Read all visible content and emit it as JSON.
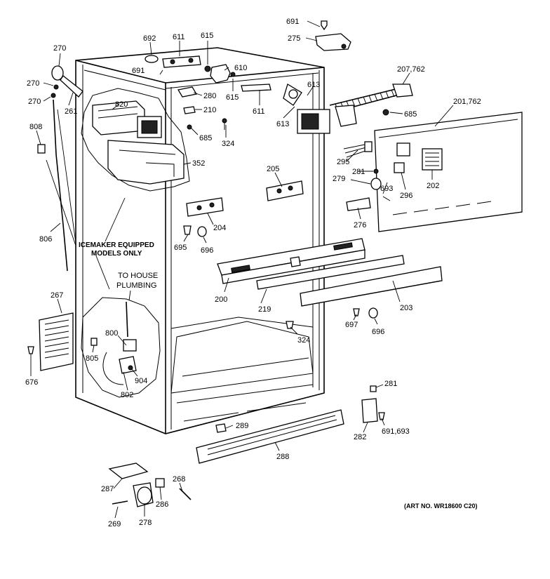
{
  "diagram": {
    "labels": {
      "l691a": "691",
      "l275": "275",
      "l692": "692",
      "l611a": "611",
      "l615a": "615",
      "l270a": "270",
      "l691b": "691",
      "l610": "610",
      "l207": "207,762",
      "l270b": "270",
      "l270c": "270",
      "l261": "261",
      "l820": "820",
      "l280": "280",
      "l615b": "615",
      "l613a": "613",
      "l210": "210",
      "l611b": "611",
      "l613b": "613",
      "l685a": "685",
      "l808": "808",
      "l685b": "685",
      "l324a": "324",
      "l201": "201,762",
      "l352": "352",
      "l295": "295",
      "l205": "205",
      "l281a": "281",
      "l279": "279",
      "l693": "693",
      "l296": "296",
      "l202": "202",
      "l276": "276",
      "l204": "204",
      "l806": "806",
      "l695": "695",
      "l696a": "696",
      "l200": "200",
      "l219": "219",
      "l203": "203",
      "l267": "267",
      "l697": "697",
      "l696b": "696",
      "l324b": "324",
      "l800": "800",
      "l805": "805",
      "l904": "904",
      "l676": "676",
      "l802": "802",
      "l281b": "281",
      "l289": "289",
      "l691c": "691,693",
      "l282": "282",
      "l288": "288",
      "l268": "268",
      "l287": "287",
      "l286": "286",
      "l269": "269",
      "l278": "278"
    },
    "notes": {
      "icemaker_line1": "ICEMAKER EQUIPPED",
      "icemaker_line2": "MODELS ONLY",
      "plumbing_line1": "TO HOUSE",
      "plumbing_line2": "PLUMBING",
      "art_number": "(ART NO. WR18600 C20)"
    }
  }
}
